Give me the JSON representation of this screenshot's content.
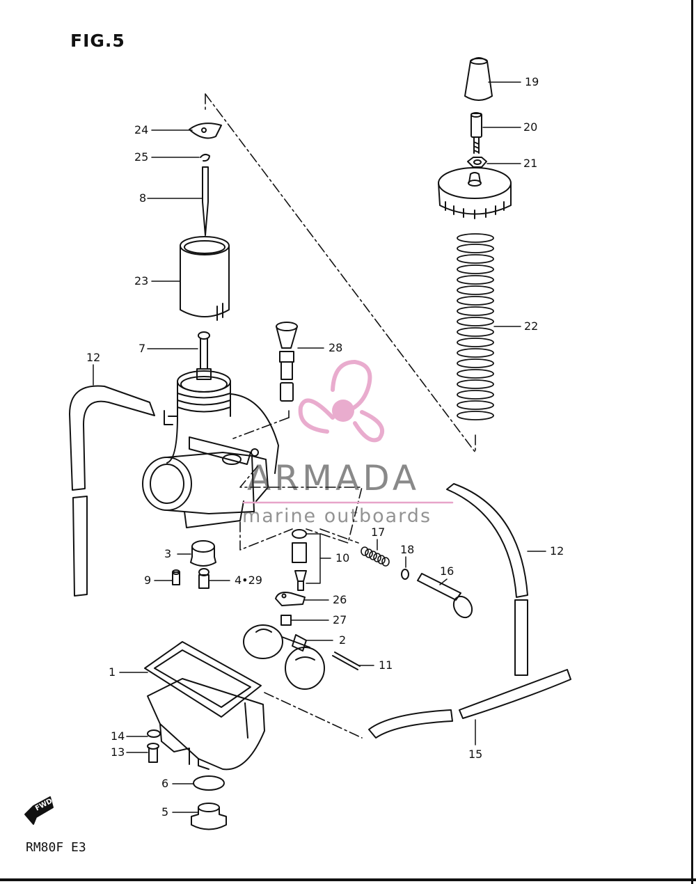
{
  "figure": {
    "title": "FIG.5",
    "model_code": "RM80F E3",
    "fwd_label": "FWD"
  },
  "watermark": {
    "brand": "ARMADA",
    "tagline": "marine outboards",
    "logo_color": "#e7a4c9"
  },
  "callouts": [
    {
      "id": "c19",
      "label": "19"
    },
    {
      "id": "c20",
      "label": "20"
    },
    {
      "id": "c21",
      "label": "21"
    },
    {
      "id": "c22",
      "label": "22"
    },
    {
      "id": "c24",
      "label": "24"
    },
    {
      "id": "c25",
      "label": "25"
    },
    {
      "id": "c8",
      "label": "8"
    },
    {
      "id": "c23",
      "label": "23"
    },
    {
      "id": "c7",
      "label": "7"
    },
    {
      "id": "c28",
      "label": "28"
    },
    {
      "id": "c12a",
      "label": "12"
    },
    {
      "id": "c12b",
      "label": "12"
    },
    {
      "id": "c17",
      "label": "17"
    },
    {
      "id": "c18",
      "label": "18"
    },
    {
      "id": "c10",
      "label": "10"
    },
    {
      "id": "c16",
      "label": "16"
    },
    {
      "id": "c3",
      "label": "3"
    },
    {
      "id": "c9",
      "label": "9"
    },
    {
      "id": "c4_29",
      "label": "4•29"
    },
    {
      "id": "c26",
      "label": "26"
    },
    {
      "id": "c27",
      "label": "27"
    },
    {
      "id": "c2",
      "label": "2"
    },
    {
      "id": "c11",
      "label": "11"
    },
    {
      "id": "c1",
      "label": "1"
    },
    {
      "id": "c14",
      "label": "14"
    },
    {
      "id": "c13",
      "label": "13"
    },
    {
      "id": "c15",
      "label": "15"
    },
    {
      "id": "c6",
      "label": "6"
    },
    {
      "id": "c5",
      "label": "5"
    }
  ]
}
